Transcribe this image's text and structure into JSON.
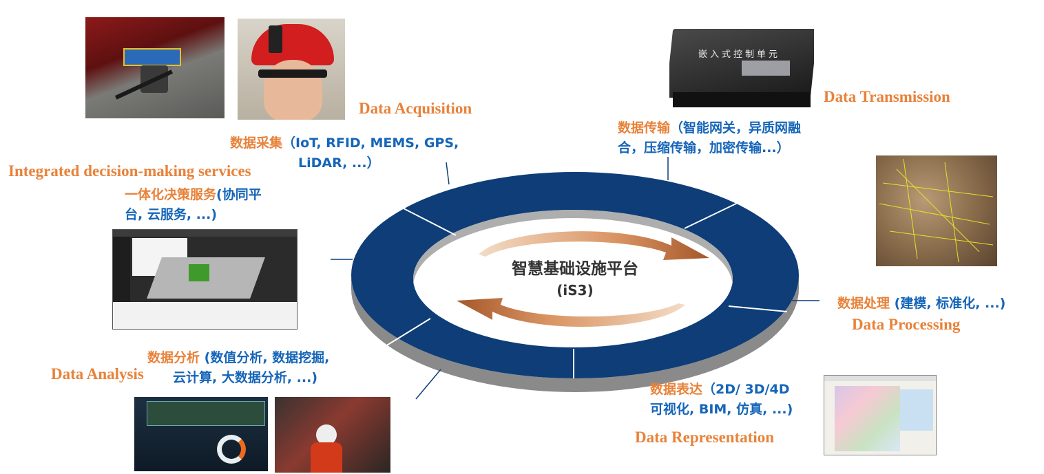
{
  "center": {
    "title": "智慧基础设施平台",
    "subtitle": "(iS3)"
  },
  "stages": {
    "acquisition": {
      "en": "Data Acquisition",
      "cn": "数据采集",
      "detail1": "（IoT, RFID, MEMS, GPS,",
      "detail2": "LiDAR, ...）"
    },
    "transmission": {
      "en": "Data Transmission",
      "cn": "数据传输",
      "detail1": "（智能网关，异质网融",
      "detail2": "合，压缩传输，加密传输...）"
    },
    "processing": {
      "en": "Data Processing",
      "cn": "数据处理",
      "detail": " (建模, 标准化, ...)"
    },
    "representation": {
      "en": "Data Representation",
      "cn": "数据表达",
      "detail1": "（2D/ 3D/4D",
      "detail2": "可视化, BIM, 仿真, ...)"
    },
    "analysis": {
      "en": "Data Analysis",
      "cn": "数据分析",
      "detail1": " (数值分析, 数据挖掘,",
      "detail2": "云计算, 大数据分析, ...)"
    },
    "decision": {
      "en": "Integrated decision-making services",
      "cn": "一体化决策服务",
      "detail1": "(协同平",
      "detail2": "台, 云服务, ...)"
    }
  },
  "device": {
    "label": "嵌入式控制单元"
  },
  "colors": {
    "ring": "#0E3D78",
    "ring_side": "#8A8A8A",
    "accent": "#E8823A",
    "blue": "#1565B8",
    "arrow": "#C9763D"
  }
}
